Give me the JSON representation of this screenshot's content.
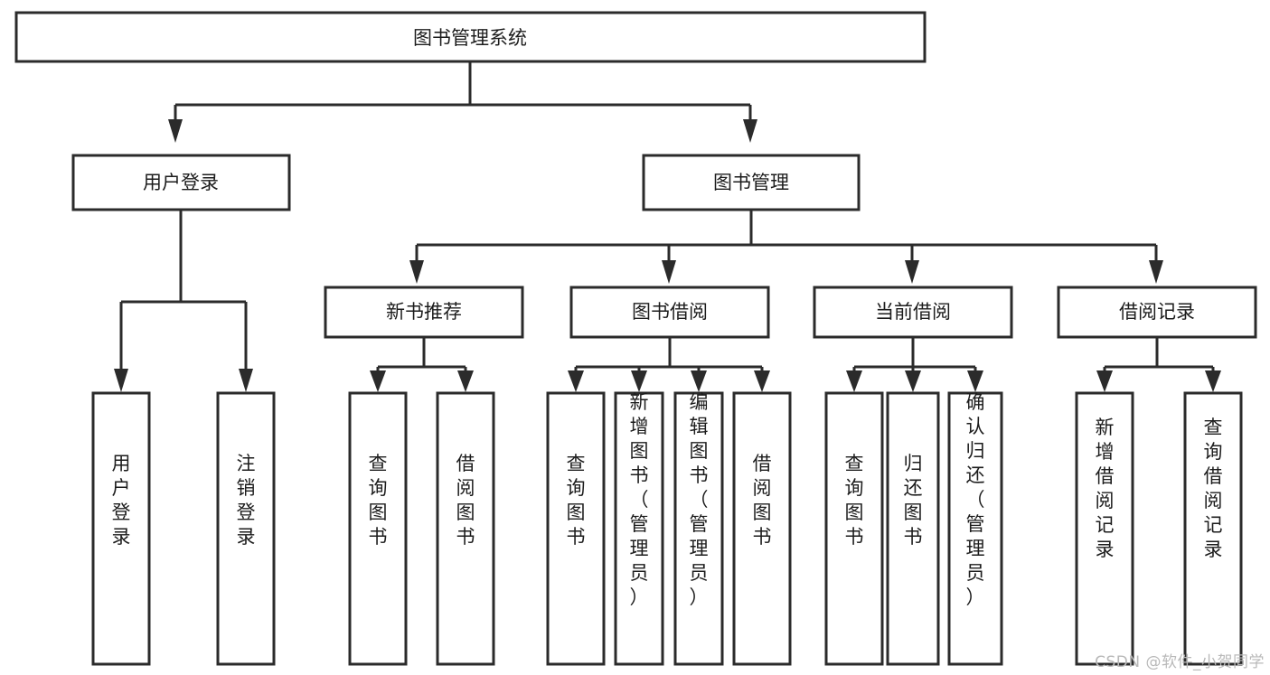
{
  "diagram": {
    "type": "tree-hierarchy",
    "title": "图书管理系统",
    "watermark": "CSDN @软件_小贺同学",
    "colors": {
      "stroke": "#2b2b2b",
      "fill": "#ffffff",
      "text": "#1c1c1c",
      "watermark": "#b9b9b9"
    },
    "nodes": {
      "root": {
        "label": "图书管理系统"
      },
      "level1": [
        {
          "id": "user-login",
          "label": "用户登录"
        },
        {
          "id": "book-management",
          "label": "图书管理"
        }
      ],
      "level2": [
        {
          "id": "new-book-recommend",
          "label": "新书推荐",
          "parent": "book-management"
        },
        {
          "id": "book-borrow",
          "label": "图书借阅",
          "parent": "book-management"
        },
        {
          "id": "current-borrow",
          "label": "当前借阅",
          "parent": "book-management"
        },
        {
          "id": "borrow-record",
          "label": "借阅记录",
          "parent": "book-management"
        }
      ],
      "leaves": [
        {
          "id": "leaf-user-login",
          "label": "用户登录",
          "parent": "user-login"
        },
        {
          "id": "leaf-logout-login",
          "label": "注销登录",
          "parent": "user-login"
        },
        {
          "id": "leaf-query-book-1",
          "label": "查询图书",
          "parent": "new-book-recommend"
        },
        {
          "id": "leaf-borrow-book-1",
          "label": "借阅图书",
          "parent": "new-book-recommend"
        },
        {
          "id": "leaf-query-book-2",
          "label": "查询图书",
          "parent": "book-borrow"
        },
        {
          "id": "leaf-add-book",
          "label": "新增图书（管理员）",
          "parent": "book-borrow"
        },
        {
          "id": "leaf-edit-book",
          "label": "编辑图书（管理员）",
          "parent": "book-borrow"
        },
        {
          "id": "leaf-borrow-book-2",
          "label": "借阅图书",
          "parent": "book-borrow"
        },
        {
          "id": "leaf-query-book-3",
          "label": "查询图书",
          "parent": "current-borrow"
        },
        {
          "id": "leaf-return-book",
          "label": "归还图书",
          "parent": "current-borrow"
        },
        {
          "id": "leaf-confirm-return",
          "label": "确认归还（管理员）",
          "parent": "current-borrow"
        },
        {
          "id": "leaf-add-record",
          "label": "新增借阅记录",
          "parent": "borrow-record"
        },
        {
          "id": "leaf-query-record",
          "label": "查询借阅记录",
          "parent": "borrow-record"
        }
      ]
    }
  }
}
